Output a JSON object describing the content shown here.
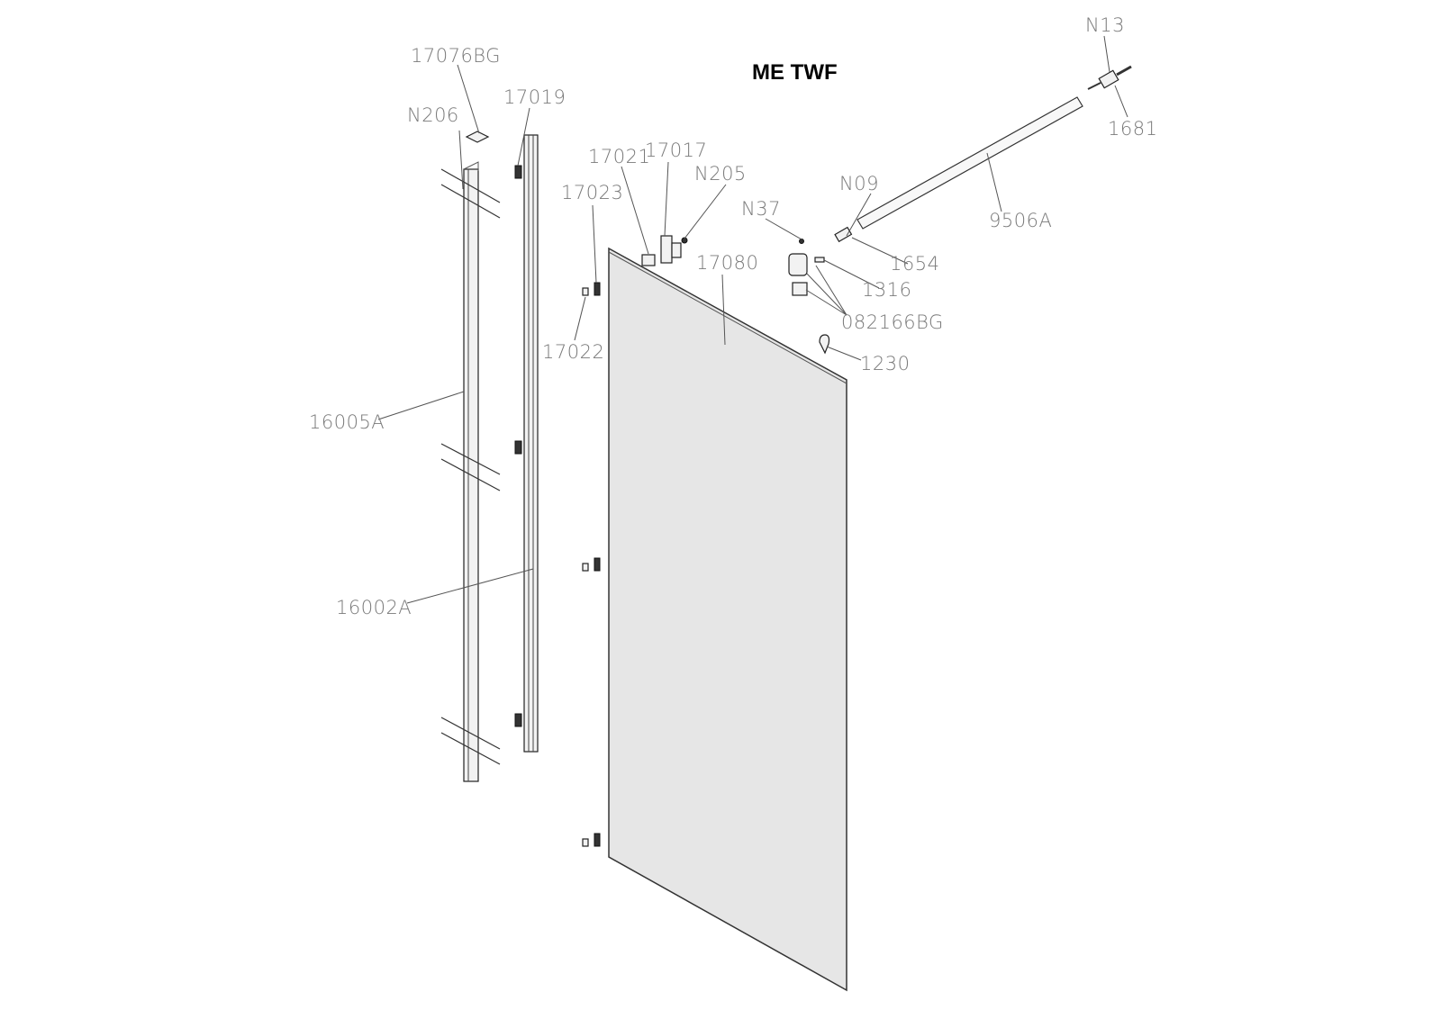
{
  "title": "ME TWF",
  "labels": {
    "p17076BG": "17076BG",
    "pN206": "N206",
    "p17019": "17019",
    "p17021": "17021",
    "p17017": "17017",
    "pN205": "N205",
    "p17023": "17023",
    "p17022": "17022",
    "p17080": "17080",
    "pN37": "N37",
    "pN09": "N09",
    "p1654": "1654",
    "p1316": "1316",
    "p082166BG": "082166BG",
    "p1230": "1230",
    "p9506A": "9506A",
    "pN13": "N13",
    "p1681": "1681",
    "p16005A": "16005A",
    "p16002A": "16002A"
  },
  "colors": {
    "glass": "#e6e6e6",
    "line": "#222222",
    "label": "#7a7a7a"
  }
}
